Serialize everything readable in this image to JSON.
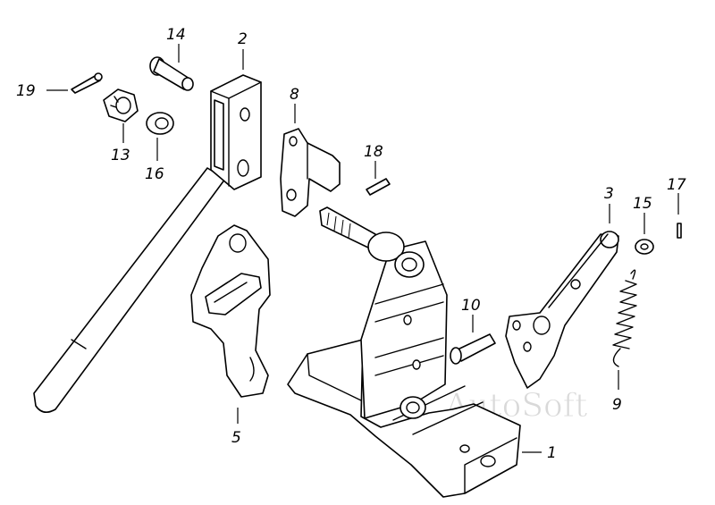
{
  "watermark": "AutoSoft",
  "callouts": {
    "c1": "1",
    "c2": "2",
    "c3": "3",
    "c5": "5",
    "c8": "8",
    "c9": "9",
    "c10": "10",
    "c13": "13",
    "c14": "14",
    "c15": "15",
    "c16": "16",
    "c17": "17",
    "c18": "18",
    "c19": "19"
  },
  "colors": {
    "ink": "#000000",
    "paper": "#ffffff",
    "watermark": "#d9d9d9"
  }
}
